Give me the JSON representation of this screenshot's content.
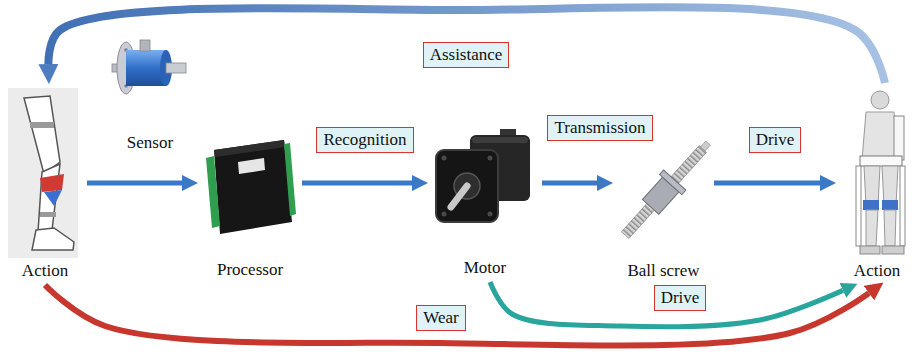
{
  "diagram": {
    "nodes": [
      {
        "text": [
          "Action"
        ]
      },
      {
        "text": [
          "Sensor"
        ]
      },
      {
        "text": [
          "Processor"
        ]
      },
      {
        "text": [
          "Motor"
        ]
      },
      {
        "text": [
          "Ball screw"
        ]
      },
      {
        "text": [
          "Action"
        ]
      }
    ],
    "edges": [
      {
        "from": 0,
        "to": 2,
        "arrow": "to"
      },
      {
        "from": 2,
        "to": 3,
        "label": "Recognition",
        "arrow": "to"
      },
      {
        "from": 3,
        "to": 4,
        "label": "Transmission",
        "arrow": "to"
      },
      {
        "from": 4,
        "to": 5,
        "label": "Drive",
        "arrow": "to"
      },
      {
        "from": 5,
        "to": 0,
        "label": "Assistance",
        "arrow": "to"
      },
      {
        "from": 0,
        "to": 5,
        "label": "Wear",
        "arrow": "to"
      },
      {
        "from": 3,
        "to": 5,
        "label": "Drive",
        "arrow": "to"
      }
    ]
  }
}
